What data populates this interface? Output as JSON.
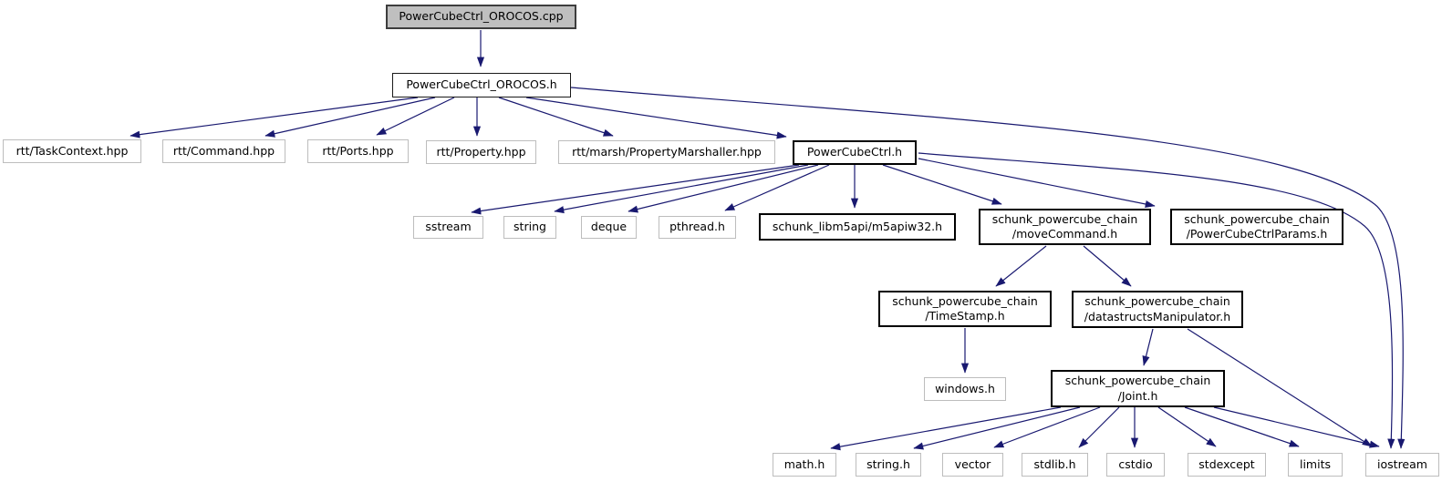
{
  "graph": {
    "kind": "include-dependency-graph",
    "edge_color": "#191970",
    "current_node_fill": "#bfbfbf",
    "nodes": [
      {
        "id": "cpp",
        "label": "PowerCubeCtrl_OROCOS.cpp",
        "role": "current"
      },
      {
        "id": "orocos-h",
        "label": "PowerCubeCtrl_OROCOS.h",
        "role": "internal-header"
      },
      {
        "id": "taskcontext",
        "label": "rtt/TaskContext.hpp",
        "role": "leaf"
      },
      {
        "id": "command",
        "label": "rtt/Command.hpp",
        "role": "leaf"
      },
      {
        "id": "ports",
        "label": "rtt/Ports.hpp",
        "role": "leaf"
      },
      {
        "id": "property",
        "label": "rtt/Property.hpp",
        "role": "leaf"
      },
      {
        "id": "marshaller",
        "label": "rtt/marsh/PropertyMarshaller.hpp",
        "role": "leaf"
      },
      {
        "id": "powercubectrl",
        "label": "PowerCubeCtrl.h",
        "role": "internal-header"
      },
      {
        "id": "sstream",
        "label": "sstream",
        "role": "leaf"
      },
      {
        "id": "string",
        "label": "string",
        "role": "leaf"
      },
      {
        "id": "deque",
        "label": "deque",
        "role": "leaf"
      },
      {
        "id": "pthread",
        "label": "pthread.h",
        "role": "leaf"
      },
      {
        "id": "m5api",
        "label": "schunk_libm5api/m5apiw32.h",
        "role": "internal-header"
      },
      {
        "id": "movecommand",
        "label": "schunk_powercube_chain\n/moveCommand.h",
        "role": "internal-header"
      },
      {
        "id": "params",
        "label": "schunk_powercube_chain\n/PowerCubeCtrlParams.h",
        "role": "internal-header"
      },
      {
        "id": "timestamp",
        "label": "schunk_powercube_chain\n/TimeStamp.h",
        "role": "internal-header"
      },
      {
        "id": "datastructs",
        "label": "schunk_powercube_chain\n/datastructsManipulator.h",
        "role": "internal-header"
      },
      {
        "id": "windows",
        "label": "windows.h",
        "role": "leaf"
      },
      {
        "id": "joint",
        "label": "schunk_powercube_chain\n/Joint.h",
        "role": "internal-header"
      },
      {
        "id": "math",
        "label": "math.h",
        "role": "leaf"
      },
      {
        "id": "string-h",
        "label": "string.h",
        "role": "leaf"
      },
      {
        "id": "vector",
        "label": "vector",
        "role": "leaf"
      },
      {
        "id": "stdlib",
        "label": "stdlib.h",
        "role": "leaf"
      },
      {
        "id": "cstdio",
        "label": "cstdio",
        "role": "leaf"
      },
      {
        "id": "stdexcept",
        "label": "stdexcept",
        "role": "leaf"
      },
      {
        "id": "limits",
        "label": "limits",
        "role": "leaf"
      },
      {
        "id": "iostream",
        "label": "iostream",
        "role": "leaf"
      }
    ],
    "edges": [
      {
        "from": "PowerCubeCtrl_OROCOS.cpp",
        "to": "PowerCubeCtrl_OROCOS.h"
      },
      {
        "from": "PowerCubeCtrl_OROCOS.h",
        "to": "rtt/TaskContext.hpp"
      },
      {
        "from": "PowerCubeCtrl_OROCOS.h",
        "to": "rtt/Command.hpp"
      },
      {
        "from": "PowerCubeCtrl_OROCOS.h",
        "to": "rtt/Ports.hpp"
      },
      {
        "from": "PowerCubeCtrl_OROCOS.h",
        "to": "rtt/Property.hpp"
      },
      {
        "from": "PowerCubeCtrl_OROCOS.h",
        "to": "rtt/marsh/PropertyMarshaller.hpp"
      },
      {
        "from": "PowerCubeCtrl_OROCOS.h",
        "to": "PowerCubeCtrl.h"
      },
      {
        "from": "PowerCubeCtrl_OROCOS.h",
        "to": "iostream"
      },
      {
        "from": "PowerCubeCtrl.h",
        "to": "sstream"
      },
      {
        "from": "PowerCubeCtrl.h",
        "to": "string"
      },
      {
        "from": "PowerCubeCtrl.h",
        "to": "deque"
      },
      {
        "from": "PowerCubeCtrl.h",
        "to": "pthread.h"
      },
      {
        "from": "PowerCubeCtrl.h",
        "to": "schunk_libm5api/m5apiw32.h"
      },
      {
        "from": "PowerCubeCtrl.h",
        "to": "schunk_powercube_chain/moveCommand.h"
      },
      {
        "from": "PowerCubeCtrl.h",
        "to": "schunk_powercube_chain/PowerCubeCtrlParams.h"
      },
      {
        "from": "PowerCubeCtrl.h",
        "to": "iostream"
      },
      {
        "from": "schunk_powercube_chain/moveCommand.h",
        "to": "schunk_powercube_chain/TimeStamp.h"
      },
      {
        "from": "schunk_powercube_chain/moveCommand.h",
        "to": "schunk_powercube_chain/datastructsManipulator.h"
      },
      {
        "from": "schunk_powercube_chain/TimeStamp.h",
        "to": "windows.h"
      },
      {
        "from": "schunk_powercube_chain/datastructsManipulator.h",
        "to": "schunk_powercube_chain/Joint.h"
      },
      {
        "from": "schunk_powercube_chain/datastructsManipulator.h",
        "to": "iostream"
      },
      {
        "from": "schunk_powercube_chain/Joint.h",
        "to": "math.h"
      },
      {
        "from": "schunk_powercube_chain/Joint.h",
        "to": "string.h"
      },
      {
        "from": "schunk_powercube_chain/Joint.h",
        "to": "vector"
      },
      {
        "from": "schunk_powercube_chain/Joint.h",
        "to": "stdlib.h"
      },
      {
        "from": "schunk_powercube_chain/Joint.h",
        "to": "cstdio"
      },
      {
        "from": "schunk_powercube_chain/Joint.h",
        "to": "stdexcept"
      },
      {
        "from": "schunk_powercube_chain/Joint.h",
        "to": "limits"
      },
      {
        "from": "schunk_powercube_chain/Joint.h",
        "to": "iostream"
      }
    ]
  }
}
